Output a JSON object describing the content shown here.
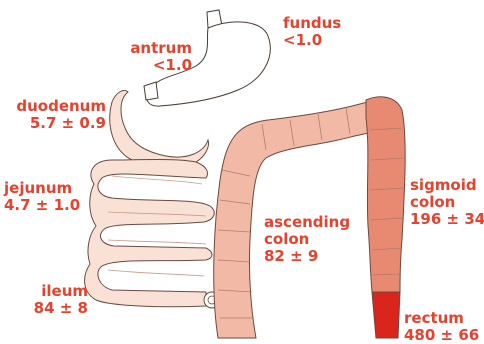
{
  "colors": {
    "label": "#e8412c",
    "stomach": "#ffffff",
    "small_intestine": "#f9e1d6",
    "ascending_colon": "#f2b9a6",
    "sigmoid_colon": "#e88a72",
    "rectum": "#d9251c",
    "outline": "#4a3a34"
  },
  "labels": {
    "fundus": {
      "name": "fundus",
      "value": "<1.0"
    },
    "antrum": {
      "name": "antrum",
      "value": "<1.0"
    },
    "duodenum": {
      "name": "duodenum",
      "value": "5.7 ± 0.9"
    },
    "jejunum": {
      "name": "jejunum",
      "value": "4.7 ± 1.0"
    },
    "ileum": {
      "name": "ileum",
      "value": "84 ± 8"
    },
    "ascending_colon": {
      "name1": "ascending",
      "name2": "colon",
      "value": "82 ± 9"
    },
    "sigmoid_colon": {
      "name1": "sigmoid",
      "name2": "colon",
      "value": "196 ± 34"
    },
    "rectum": {
      "name": "rectum",
      "value": "480 ± 66"
    }
  }
}
